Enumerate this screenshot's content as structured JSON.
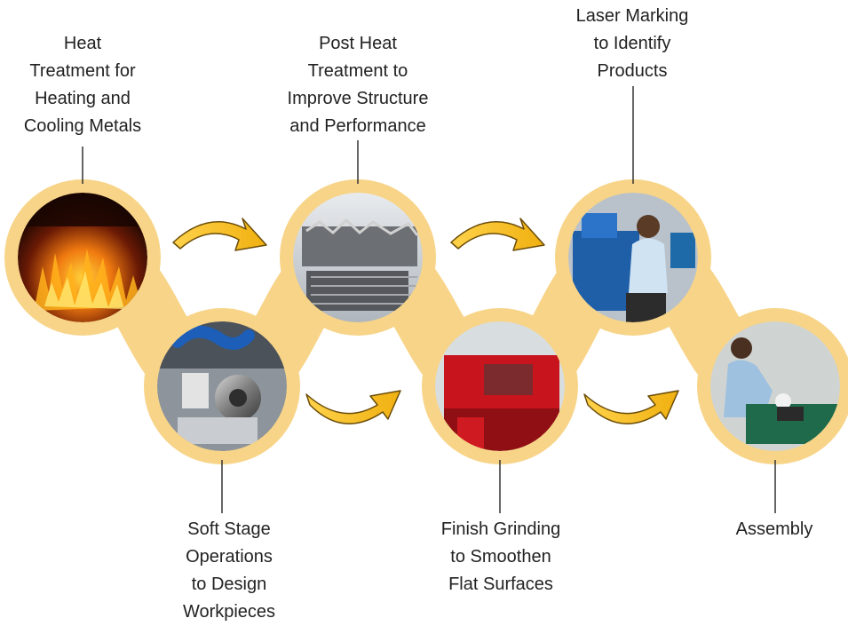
{
  "colors": {
    "band": "#f7d488",
    "band_edge": "#f1c45c",
    "arrow": "#f0b814",
    "arrow_edge": "#6b4d0a",
    "connector": "#333333"
  },
  "steps": [
    {
      "label": "Heat\nTreatment for\nHeating and\nCooling Metals",
      "image": "furnace-flames-photo"
    },
    {
      "label": "Soft Stage\nOperations\nto Design\nWorkpieces",
      "image": "machining-spindle-photo"
    },
    {
      "label": "Post Heat\nTreatment to\nImprove Structure\nand Performance",
      "image": "heat-treated-parts-basket-photo"
    },
    {
      "label": "Finish Grinding\nto Smoothen\nFlat Surfaces",
      "image": "grinding-machine-photo"
    },
    {
      "label": "Laser Marking\nto Identify\nProducts",
      "image": "laser-marking-operator-photo"
    },
    {
      "label": "Assembly",
      "image": "assembly-worker-photo"
    }
  ],
  "arrows": [
    "arrow-right-icon",
    "arrow-right-icon",
    "arrow-right-icon",
    "arrow-right-icon",
    "arrow-right-icon"
  ]
}
